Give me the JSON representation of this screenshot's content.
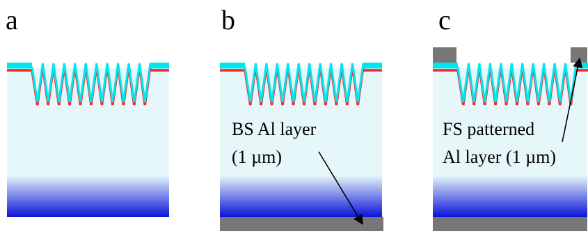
{
  "panels": [
    {
      "letter": "a"
    },
    {
      "letter": "b",
      "annotation_lines": [
        "BS Al layer",
        "(1 µm)"
      ]
    },
    {
      "letter": "c",
      "annotation_lines": [
        "FS patterned",
        "Al layer (1 µm)"
      ]
    }
  ],
  "colors": {
    "substrate_light": "#e6f7fa",
    "substrate_dark": "#0a12d8",
    "cyan_coating": "#00e5ee",
    "red_layer": "#ff2020",
    "aluminum": "#777777",
    "arrow": "#000000"
  }
}
